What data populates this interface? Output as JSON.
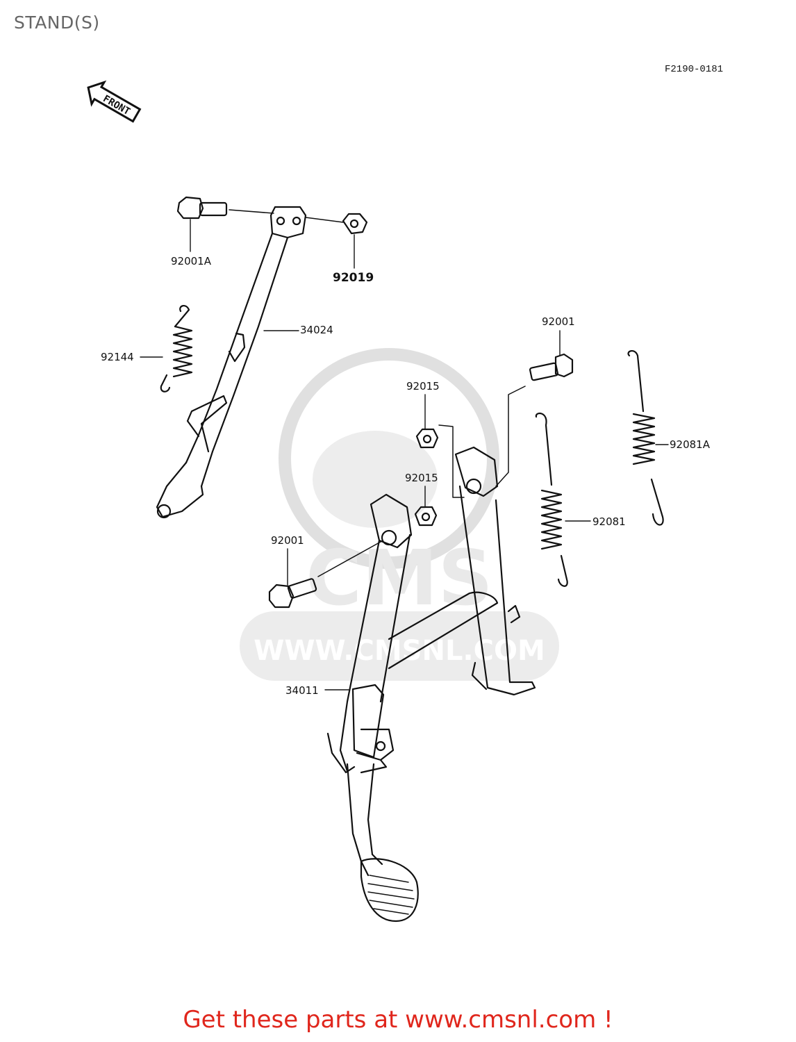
{
  "header": {
    "title": "STAND(S)",
    "diagram_code": "F2190-0181"
  },
  "direction_marker": {
    "label": "FRONT",
    "icon": "front-arrow-icon"
  },
  "parts": [
    {
      "id": "92001A",
      "label": "92001A"
    },
    {
      "id": "92019",
      "label": "92019"
    },
    {
      "id": "34024",
      "label": "34024"
    },
    {
      "id": "92144",
      "label": "92144"
    },
    {
      "id": "92001-upper",
      "label": "92001"
    },
    {
      "id": "92015-upper",
      "label": "92015"
    },
    {
      "id": "92015-lower",
      "label": "92015"
    },
    {
      "id": "92081A",
      "label": "92081A"
    },
    {
      "id": "92081",
      "label": "92081"
    },
    {
      "id": "92001-lower",
      "label": "92001"
    },
    {
      "id": "34011",
      "label": "34011"
    }
  ],
  "watermark": {
    "text": "WWW.CMSNL.COM",
    "logo_text": "CMS"
  },
  "footer": {
    "cta": "Get these parts at www.cmsnl.com !"
  },
  "colors": {
    "cta": "#e0261c",
    "title": "#666666",
    "line": "#111111",
    "watermark": "#e6e6e6"
  }
}
